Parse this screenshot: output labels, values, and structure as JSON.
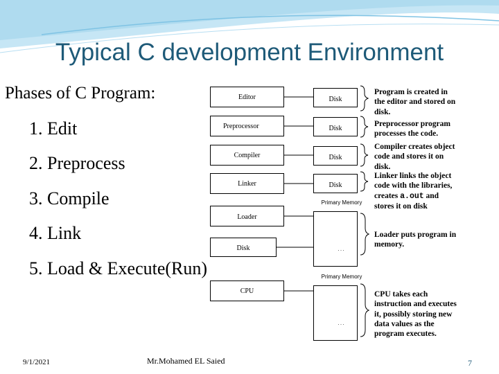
{
  "title": "Typical C development Environment",
  "phases_heading": "Phases of C Program:",
  "phases": [
    "1. Edit",
    "2. Preprocess",
    "3. Compile",
    "4. Link",
    "5. Load & Execute(Run)"
  ],
  "diagram": {
    "editor": "Editor",
    "preprocessor": "Preprocessor",
    "compiler": "Compiler",
    "linker": "Linker",
    "loader": "Loader",
    "cpu": "CPU",
    "disk": "Disk",
    "primary_memory": "Primary Memory",
    "ellipsis": ". . ."
  },
  "notes": {
    "edit": "Program is created in the editor and stored on disk.",
    "preprocess": "Preprocessor program processes the code.",
    "compile": "Compiler creates object code and stores it on disk.",
    "link_before": "Linker links the object code with the libraries, creates",
    "link_code": "a.out",
    "link_after": "and stores it on disk",
    "load": "Loader puts program in memory.",
    "execute": "CPU takes each instruction and executes it, possibly storing new data values as the program executes."
  },
  "footer": {
    "date": "9/1/2021",
    "author": "Mr.Mohamed EL Saied",
    "page": "7"
  },
  "colors": {
    "title": "#1e5a78",
    "swoosh": "#a9d8ee",
    "swoosh_light": "#d6eef8"
  }
}
